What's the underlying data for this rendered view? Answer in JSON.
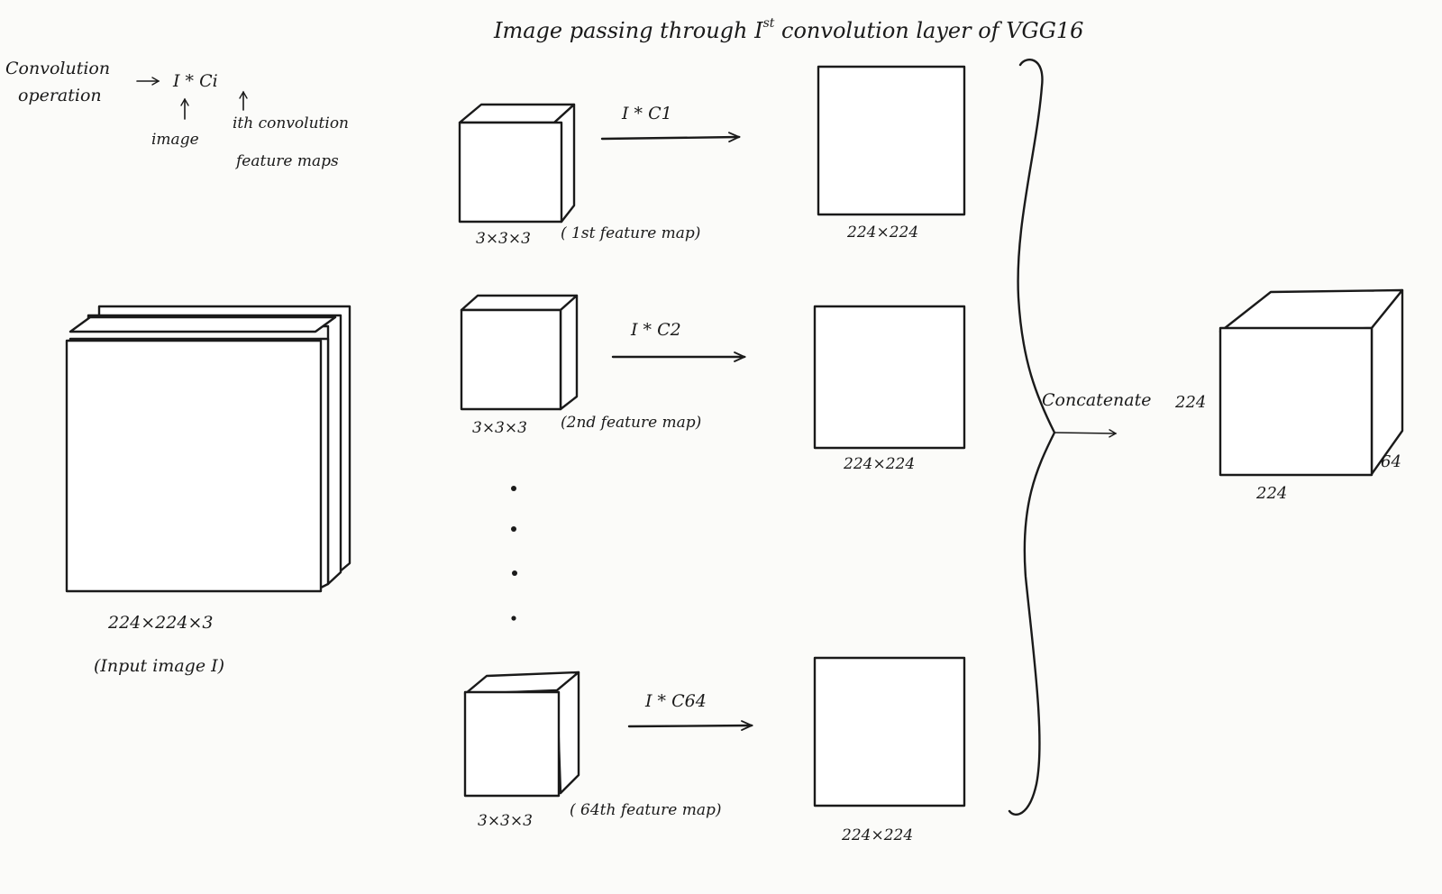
{
  "title": "Image passing through I",
  "title_sup": "st",
  "title_tail": " convolution layer of VGG16",
  "legend": {
    "term_line1": "Convolution",
    "term_line2": "operation",
    "formula": "I * Ci",
    "image_label": "image",
    "filter_label_line1": "ith convolution",
    "filter_label_line2": "feature maps"
  },
  "input": {
    "dims": "224×224×3",
    "caption": "(Input image I)"
  },
  "filters": [
    {
      "dims": "3×3×3",
      "caption": "( 1st feature map)",
      "op": "I * C1"
    },
    {
      "dims": "3×3×3",
      "caption": "(2nd feature map)",
      "op": "I * C2"
    },
    {
      "dims": "3×3×3",
      "caption": "( 64th feature map)",
      "op": "I * C64"
    }
  ],
  "outputs": [
    {
      "dims": "224×224"
    },
    {
      "dims": "224×224"
    },
    {
      "dims": "224×224"
    }
  ],
  "concat_label": "Concatenate",
  "result": {
    "height": "224",
    "width": "224",
    "depth": "64"
  }
}
